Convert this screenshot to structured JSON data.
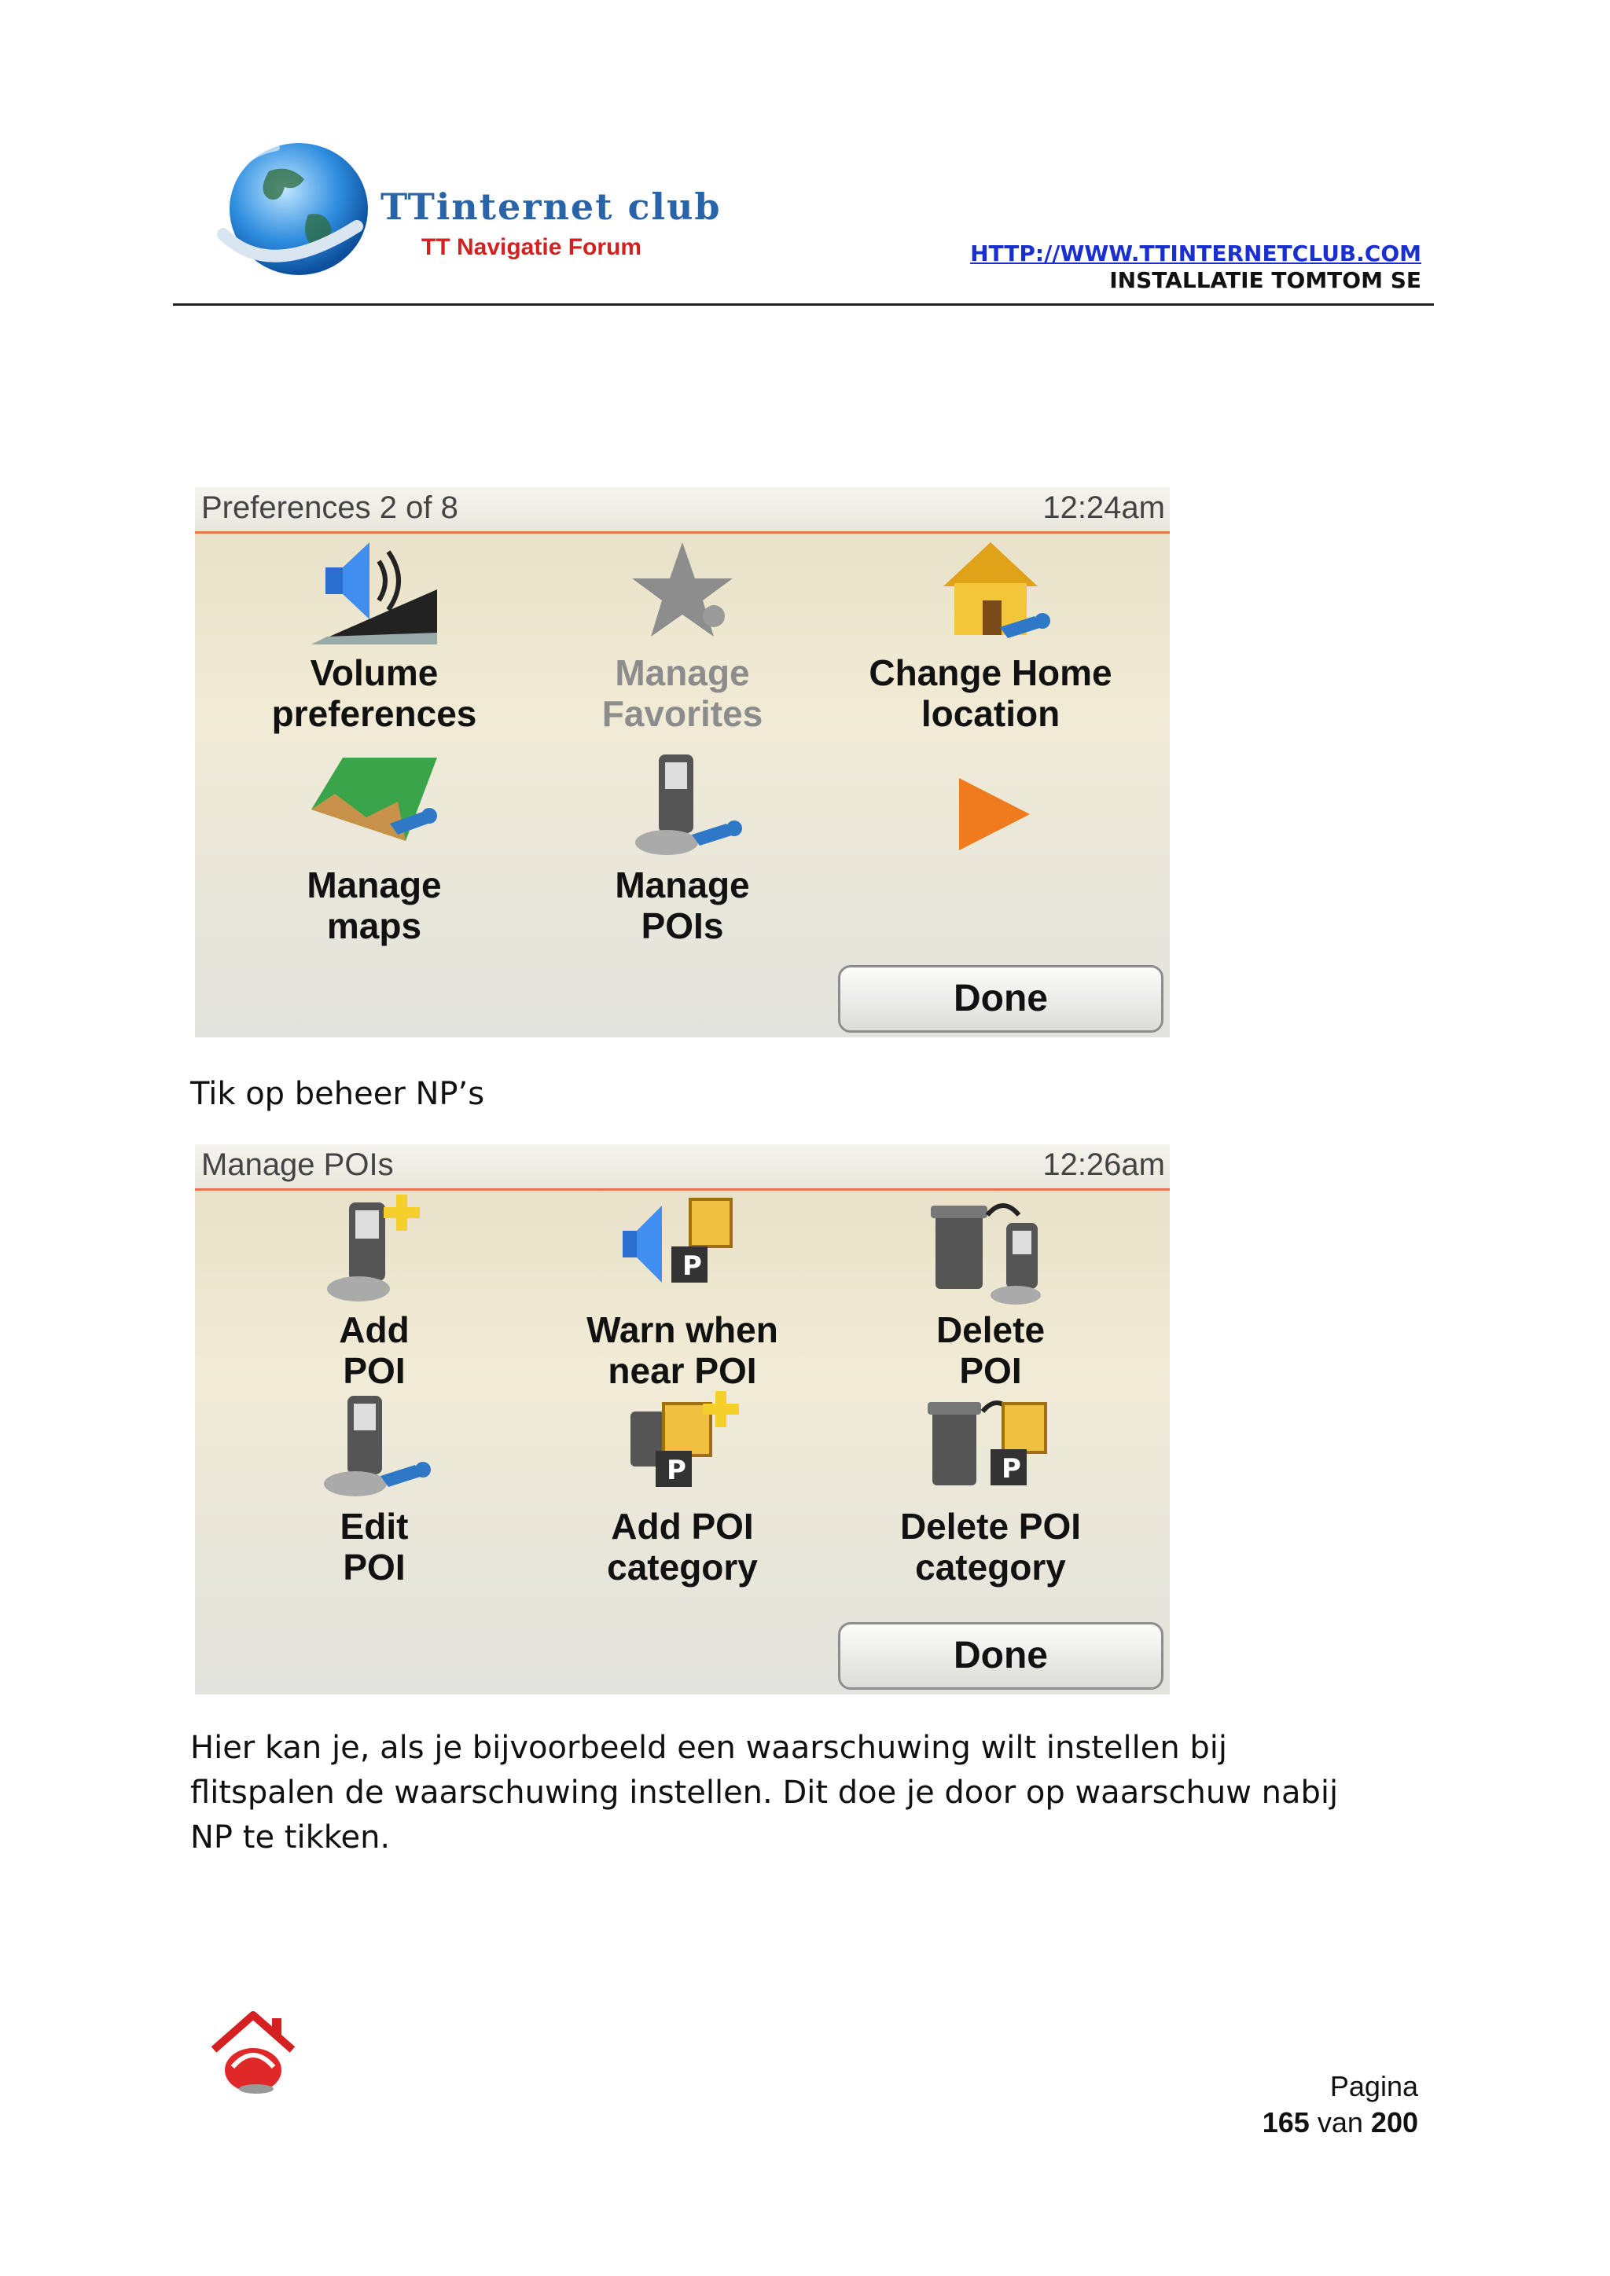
{
  "header": {
    "logo_text": "TTinternet club",
    "logo_subtitle": "TT Navigatie Forum",
    "url": "HTTP://WWW.TTINTERNETCLUB.COM",
    "title": "INSTALLATIE TOMTOM SE"
  },
  "screen1": {
    "title": "Preferences 2 of 8",
    "time": "12:24am",
    "tiles": [
      {
        "line1": "Volume",
        "line2": "preferences"
      },
      {
        "line1": "Manage",
        "line2": "Favorites"
      },
      {
        "line1": "Change Home",
        "line2": "location"
      },
      {
        "line1": "Manage",
        "line2": "maps"
      },
      {
        "line1": "Manage",
        "line2": "POIs"
      }
    ],
    "done": "Done"
  },
  "caption1": "Tik op beheer NP’s",
  "screen2": {
    "title": "Manage POIs",
    "time": "12:26am",
    "tiles": [
      {
        "line1": "Add",
        "line2": "POI"
      },
      {
        "line1": "Warn when",
        "line2": "near POI"
      },
      {
        "line1": "Delete",
        "line2": "POI"
      },
      {
        "line1": "Edit",
        "line2": "POI"
      },
      {
        "line1": "Add POI",
        "line2": "category"
      },
      {
        "line1": "Delete POI",
        "line2": "category"
      }
    ],
    "done": "Done"
  },
  "paragraph": {
    "line1": "Hier kan je, als je bijvoorbeeld een waarschuwing wilt instellen bij",
    "line2": "flitspalen de waarschuwing instellen. Dit doe je door op waarschuw nabij",
    "line3": "NP te tikken."
  },
  "footer": {
    "page_label": "Pagina",
    "page_number": "165",
    "page_of": "van",
    "page_total": "200"
  },
  "icons": {
    "logo": "globe-logo-icon",
    "footer": "house-hand-logo-icon"
  }
}
